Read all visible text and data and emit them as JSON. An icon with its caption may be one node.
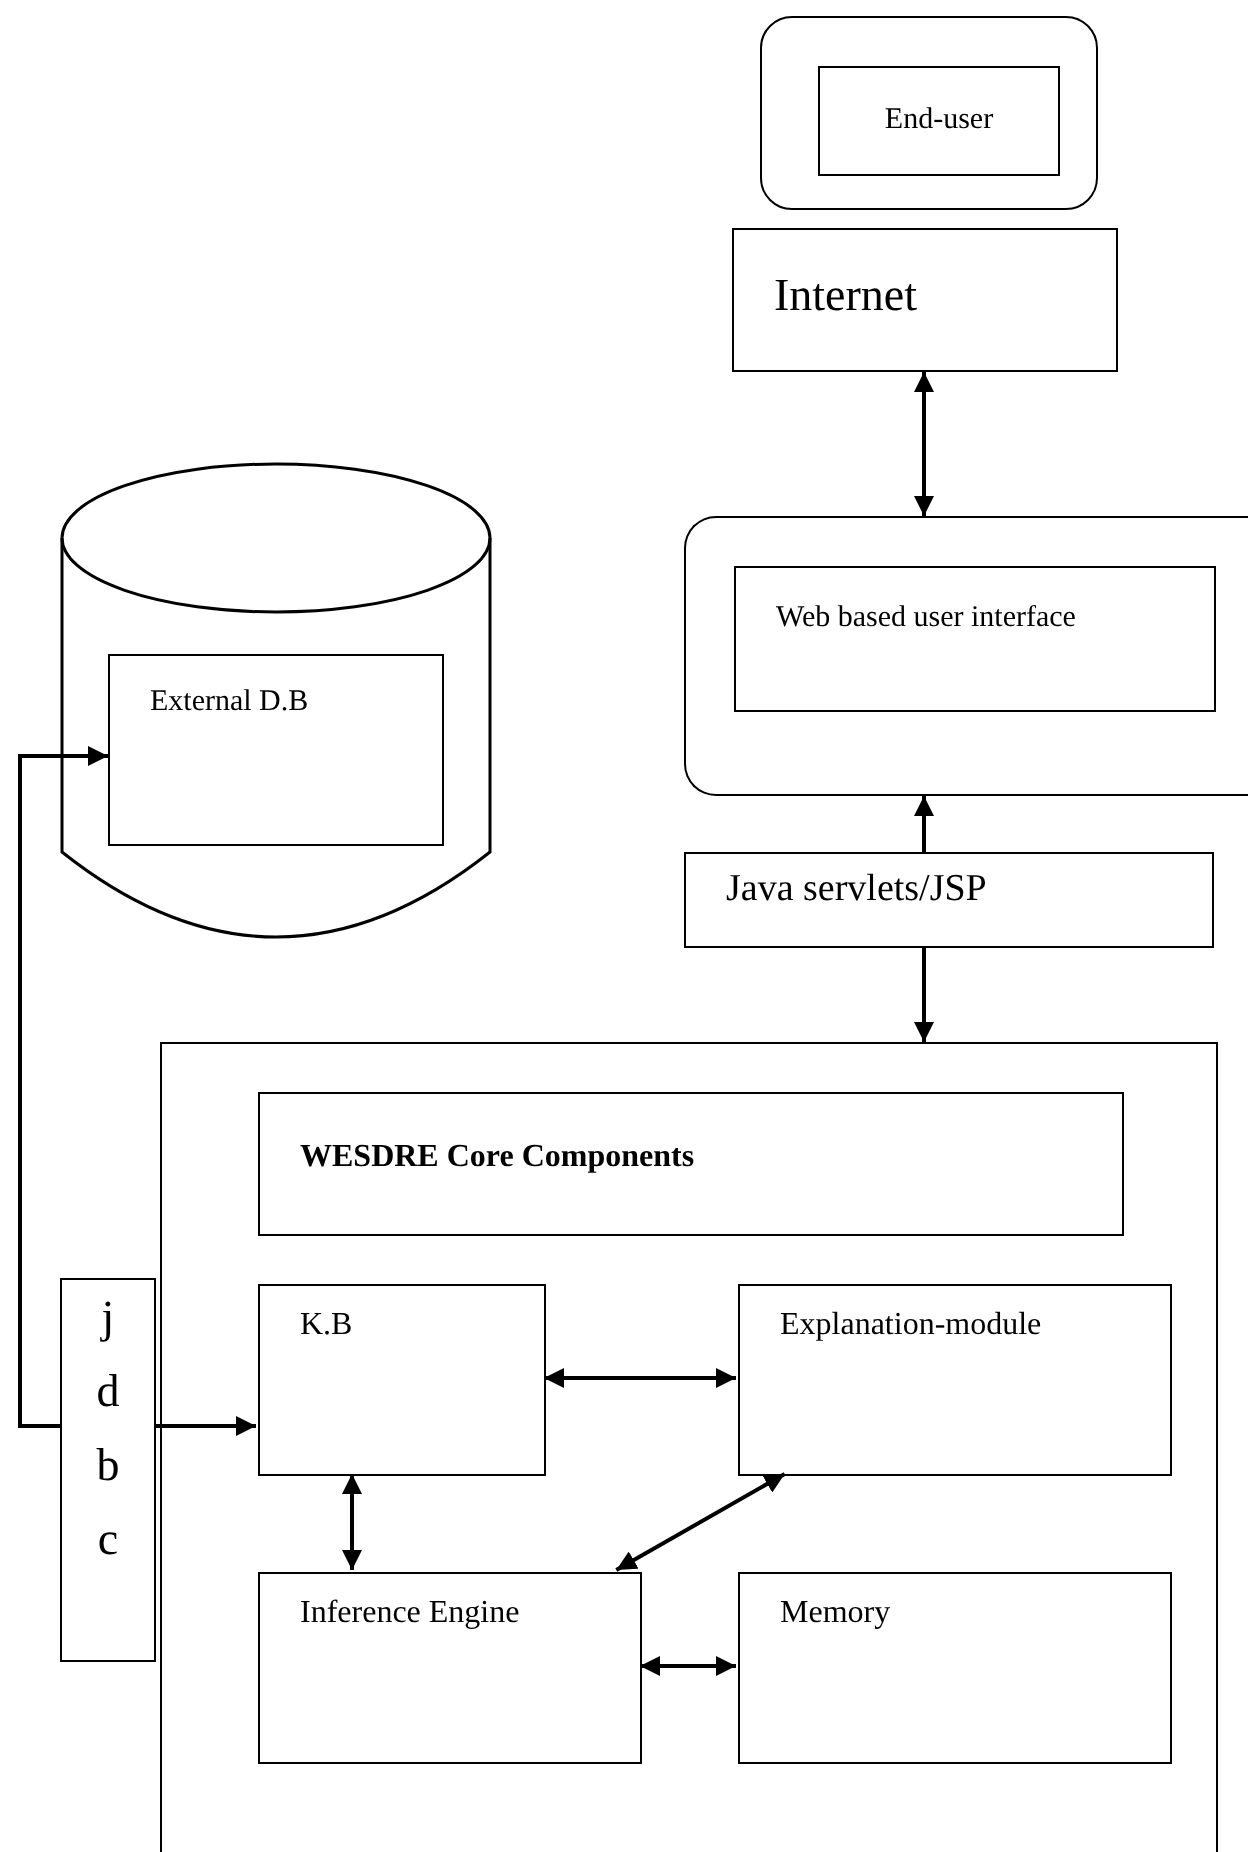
{
  "diagram": {
    "nodes": [
      {
        "text": [],
        "shape": "box"
      },
      {
        "text": [
          "End-user"
        ],
        "in": 0
      },
      {
        "text": [
          "Internet"
        ]
      },
      {
        "text": [],
        "shape": "box"
      },
      {
        "text": [
          "Web based user interface"
        ],
        "in": 3
      },
      {
        "text": [],
        "shape": "cylinder"
      },
      {
        "text": [
          "External D.B"
        ],
        "in": 5
      },
      {
        "text": [
          "Java servlets/JSP"
        ]
      },
      {
        "text": [],
        "shape": "box"
      },
      {
        "text": [
          "WESDRE Core Components"
        ],
        "in": 8
      },
      {
        "text": [
          "K.B"
        ],
        "in": 8
      },
      {
        "text": [
          "Explanation-module"
        ],
        "in": 8
      },
      {
        "text": [
          "Inference Engine"
        ],
        "in": 8
      },
      {
        "text": [
          "Memory"
        ],
        "in": 8
      },
      {
        "text": [
          "jdbc"
        ]
      }
    ],
    "edges": [
      {
        "from": 2,
        "to": 3,
        "arrow": "both"
      },
      {
        "from": 7,
        "to": 3,
        "arrow": "to"
      },
      {
        "from": 7,
        "to": 8,
        "arrow": "to"
      },
      {
        "from": 14,
        "to": 10,
        "arrow": "to"
      },
      {
        "from": 14,
        "to": 6,
        "arrow": "to"
      },
      {
        "from": 10,
        "to": 11,
        "arrow": "both"
      },
      {
        "from": 10,
        "to": 12,
        "arrow": "both"
      },
      {
        "from": 12,
        "to": 11,
        "arrow": "both"
      },
      {
        "from": 12,
        "to": 13,
        "arrow": "both"
      }
    ]
  }
}
